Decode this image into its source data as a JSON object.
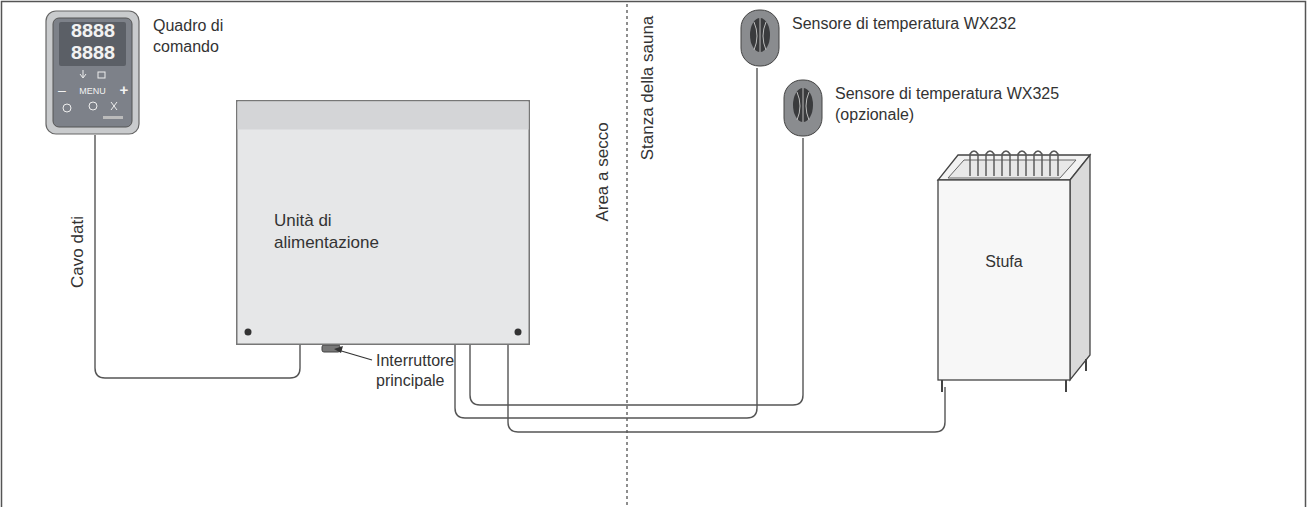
{
  "diagram": {
    "nodes": [
      {
        "text": [
          "Quadro di comando"
        ]
      },
      {
        "text": [
          "Unità di alimentazione"
        ]
      },
      {
        "text": [
          "Sensore di temperatura WX232"
        ]
      },
      {
        "text": [
          "Sensore di temperatura WX325 (opzionale)"
        ]
      },
      {
        "text": [
          "Stufa"
        ]
      }
    ],
    "edges": [
      {
        "from": 0,
        "to": 1,
        "arrow": "none",
        "label": "Cavo dati"
      },
      {
        "from": 1,
        "to": 2,
        "arrow": "none"
      },
      {
        "from": 1,
        "to": 3,
        "arrow": "none"
      },
      {
        "from": 1,
        "to": 4,
        "arrow": "none"
      }
    ],
    "labels": [
      "8888",
      "8888",
      "MENU",
      "–",
      "+",
      "Area a secco",
      "Stanza della sauna",
      "Interruttore principale"
    ]
  }
}
